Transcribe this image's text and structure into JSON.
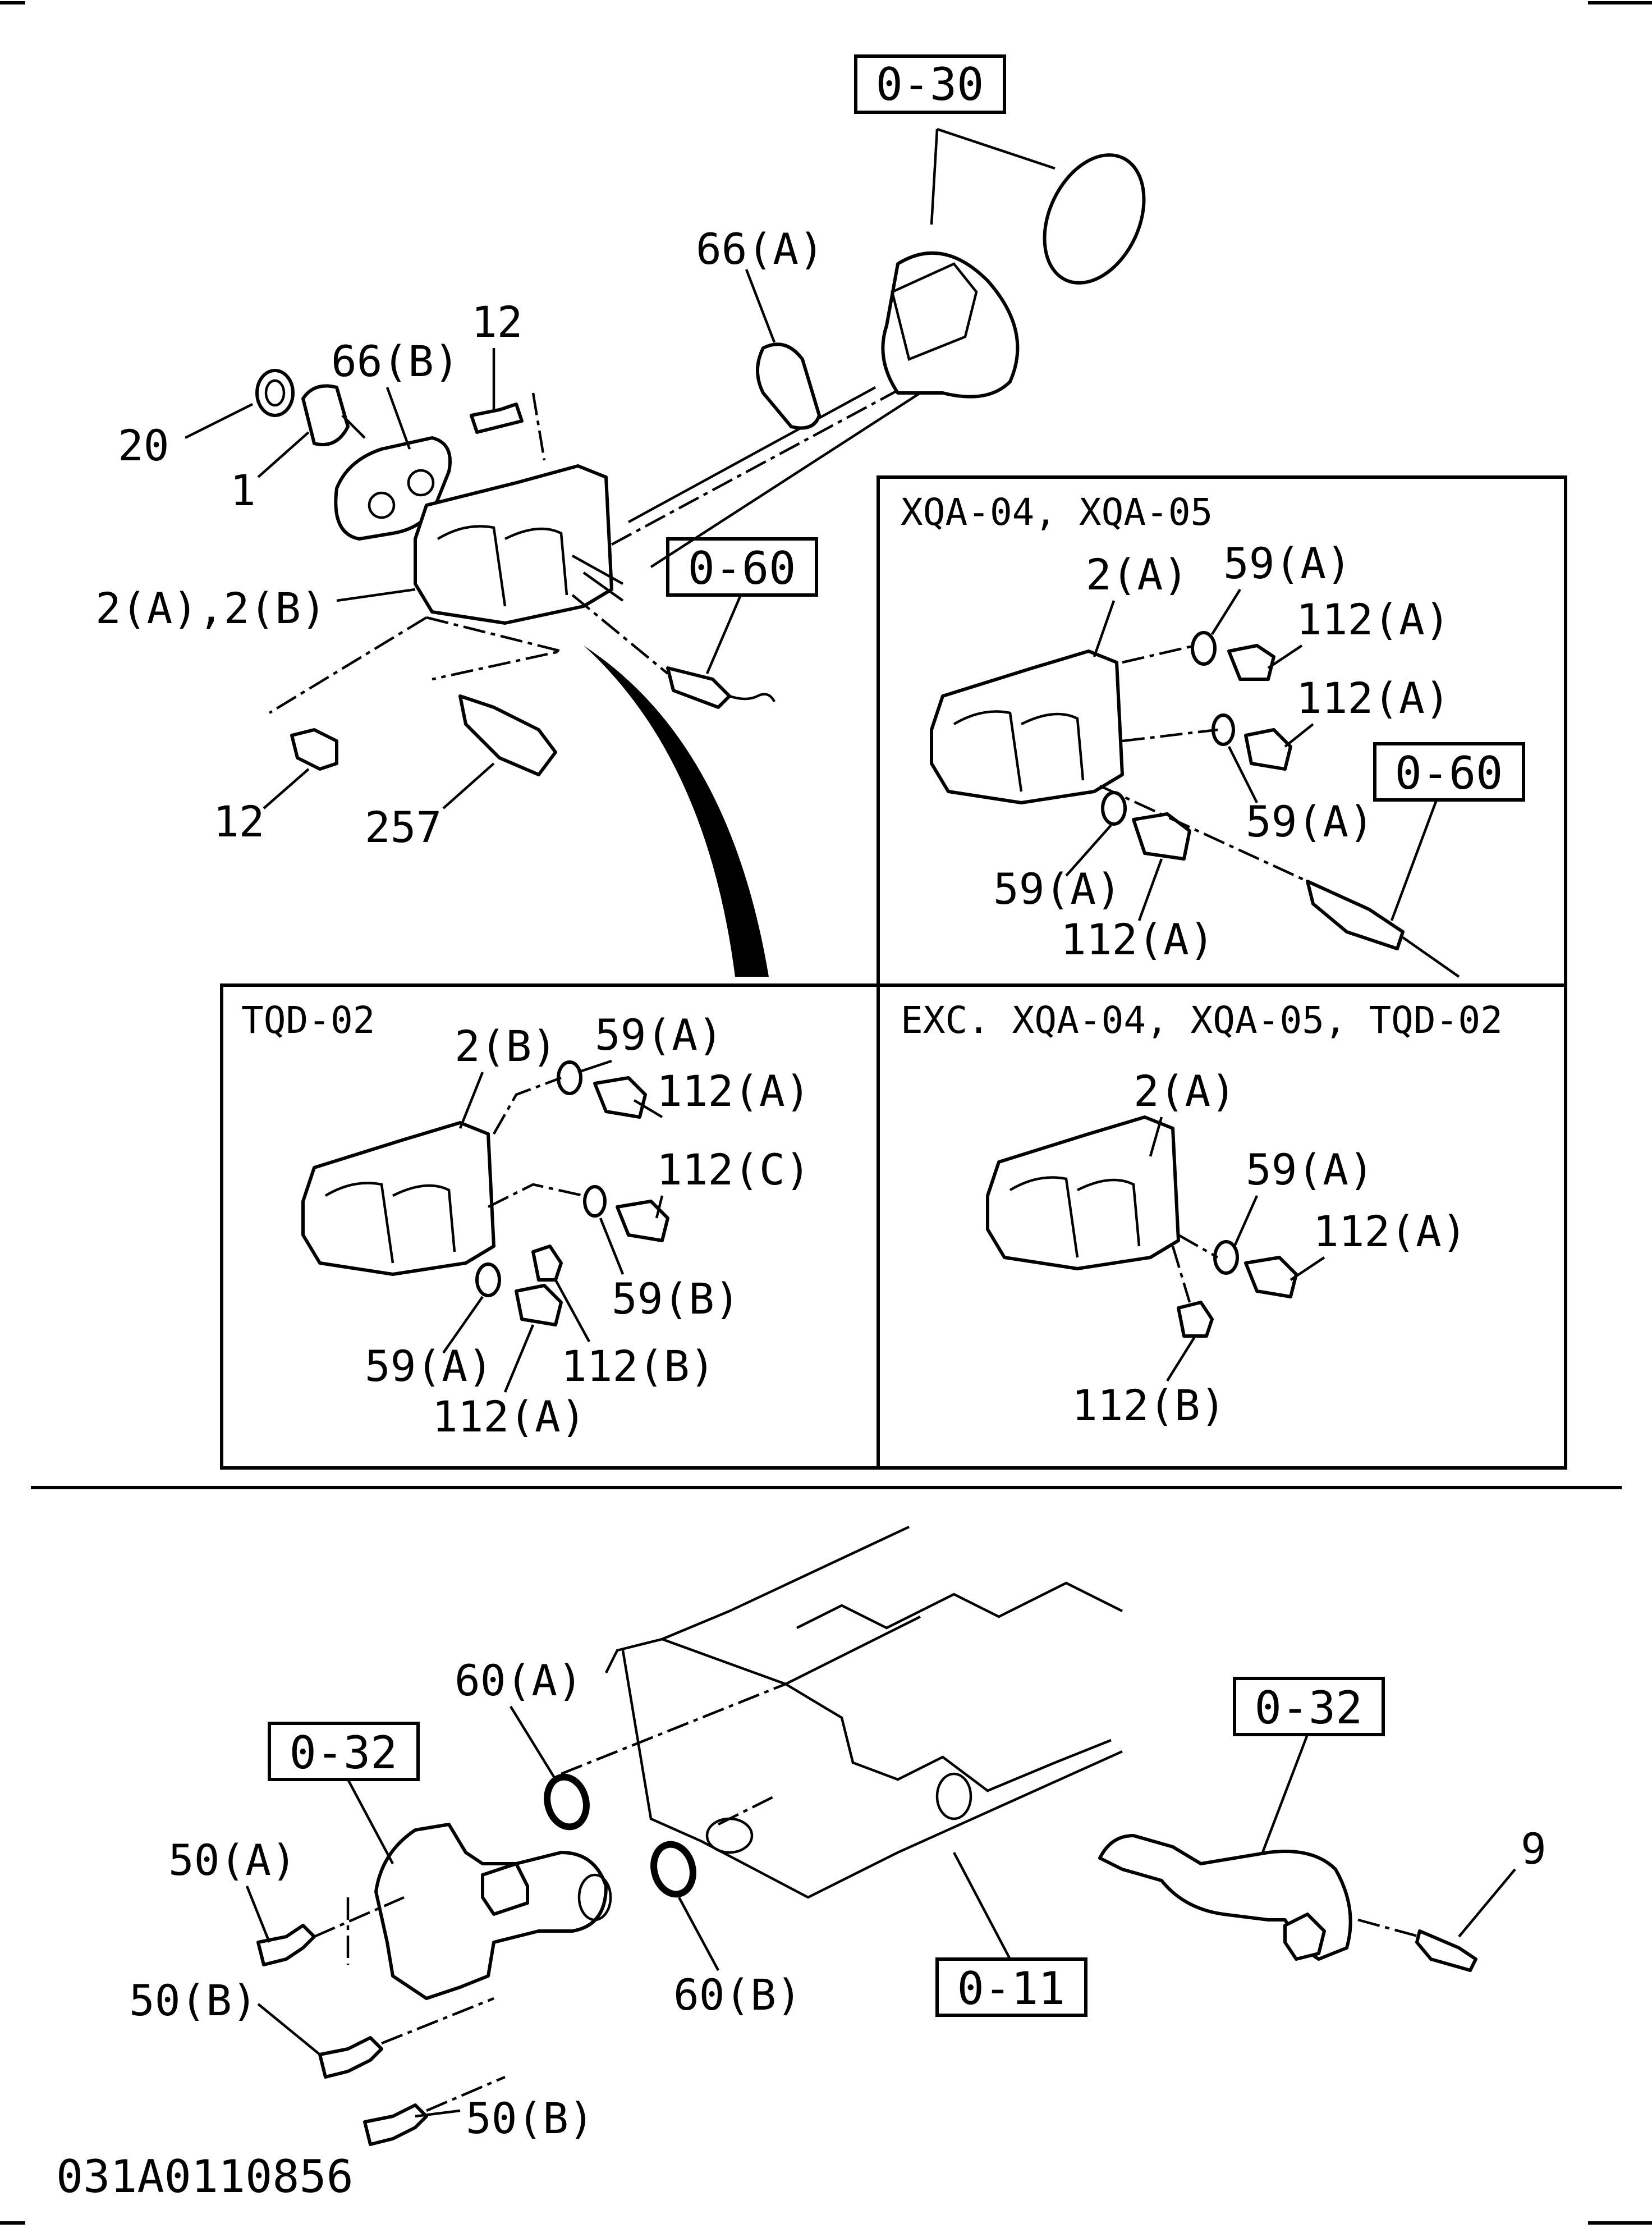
{
  "diagram_code": "031A0110856",
  "ref_boxes": {
    "ref_0_30": "0-30",
    "ref_0_60_main": "0-60",
    "ref_0_60_xqa": "0-60",
    "ref_0_32_left": "0-32",
    "ref_0_32_right": "0-32",
    "ref_0_11": "0-11"
  },
  "panels": {
    "xqa": "XQA-04, XQA-05",
    "tqd": "TQD-02",
    "exc": "EXC. XQA-04, XQA-05, TQD-02"
  },
  "labels": {
    "top_66a": "66(A)",
    "top_12a": "12",
    "top_66b": "66(B)",
    "top_20": "20",
    "top_1": "1",
    "top_2a2b": "2(A),2(B)",
    "top_12b": "12",
    "top_257": "257",
    "xqa_2a": "2(A)",
    "xqa_59a_1": "59(A)",
    "xqa_112a_1": "112(A)",
    "xqa_112a_2": "112(A)",
    "xqa_59a_2": "59(A)",
    "xqa_59a_3": "59(A)",
    "xqa_112a_3": "112(A)",
    "tqd_2b": "2(B)",
    "tqd_59a_1": "59(A)",
    "tqd_112a_1": "112(A)",
    "tqd_112c": "112(C)",
    "tqd_59b": "59(B)",
    "tqd_59a_2": "59(A)",
    "tqd_112b": "112(B)",
    "tqd_112a_2": "112(A)",
    "exc_2a": "2(A)",
    "exc_59a": "59(A)",
    "exc_112a": "112(A)",
    "exc_112b": "112(B)",
    "bot_60a": "60(A)",
    "bot_50a": "50(A)",
    "bot_50b_1": "50(B)",
    "bot_50b_2": "50(B)",
    "bot_60b": "60(B)",
    "bot_9": "9"
  }
}
